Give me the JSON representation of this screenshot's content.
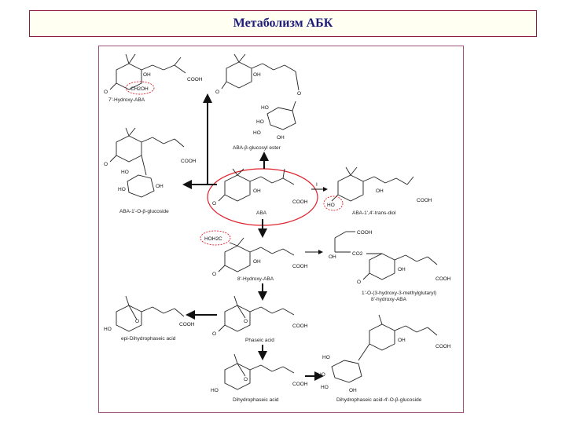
{
  "title": "Метаболизм АБК",
  "compounds": {
    "hydroxy7": "7'-Hydroxy-ABA",
    "glucosylester": "ABA-β-glucosyl ester",
    "glucoside": "ABA-1'-O-β-glucoside",
    "aba": "ABA",
    "diol": "ABA-1',4'-trans-diol",
    "hydroxy8": "8'-Hydroxy-ABA",
    "hmg": "1'-O-(3-hydroxy-3-methylglutaryl)-8'-hydroxy-ABA",
    "hmg_line1": "1'-O-(3-hydroxy-3-methylglutaryl)",
    "hmg_line2": "8'-hydroxy-ABA",
    "dihydrophaseic_epi": "epi-Dihydrophaseic acid",
    "phaseic": "Phaseic acid",
    "dihydrophaseic": "Dihydrophaseic acid",
    "dpa_glucoside": "Dihydrophaseic acid-4'-O-β-glucoside"
  },
  "groups": {
    "ch2oh": "CH2OH",
    "hoh2c": "HOH2C",
    "cooh": "COOH",
    "oh": "OH",
    "ho": "HO",
    "o": "O",
    "co2": "CO2",
    "i": "I"
  },
  "colors": {
    "title_border": "#8c1d3c",
    "title_text": "#1c1b7a",
    "title_bg": "#fffff2",
    "highlight": "#e0202a",
    "figure_border": "#a0527a"
  }
}
